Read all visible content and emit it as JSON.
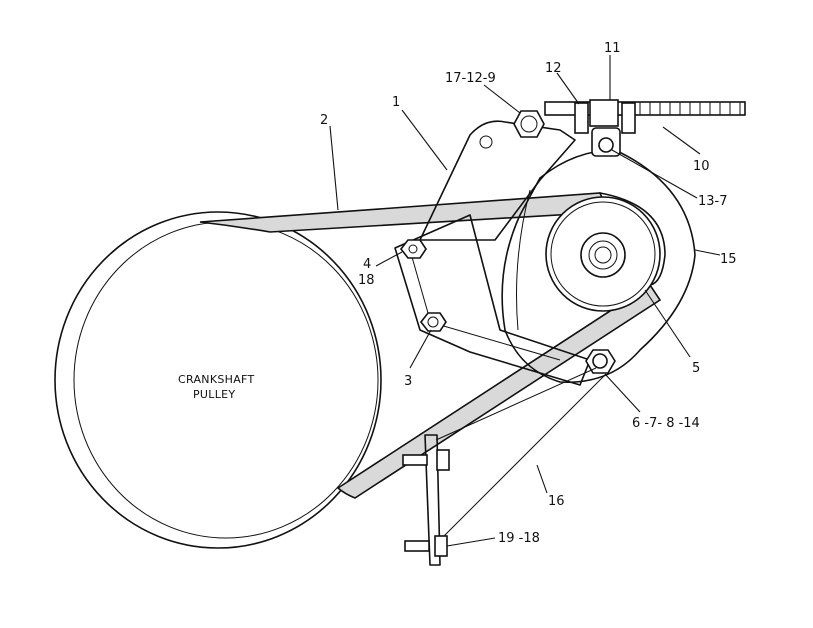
{
  "diagram": {
    "pulley_label_line1": "CRANKSHAFT",
    "pulley_label_line2": "PULLEY",
    "callouts": {
      "c1": "1",
      "c2": "2",
      "c3": "3",
      "c4": "4",
      "c18": "18",
      "c5": "5",
      "c6": "6 -7- 8 -14",
      "c10": "10",
      "c11": "11",
      "c12": "12",
      "c13": "13-7",
      "c15": "15",
      "c16": "16",
      "c17": "17-12-9",
      "c19": "19 -18"
    }
  }
}
